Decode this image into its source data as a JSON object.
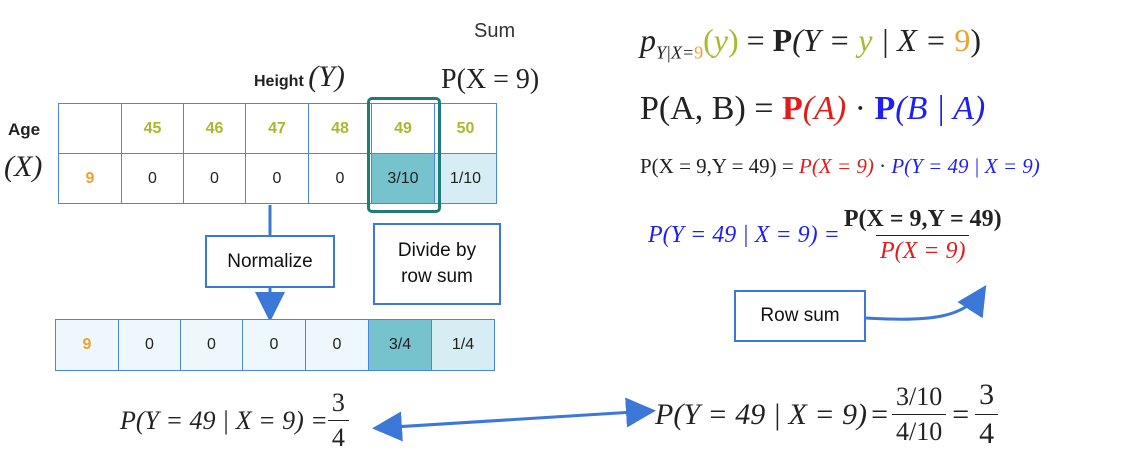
{
  "sum_label": "Sum",
  "height_label": "Height",
  "height_var": "(Y)",
  "sum_prob": "P(X = 9)",
  "age_label": "Age",
  "age_var": "(X)",
  "table": {
    "headers": [
      "",
      "45",
      "46",
      "47",
      "48",
      "49",
      "50"
    ],
    "row": [
      "9",
      "0",
      "0",
      "0",
      "0",
      "3/10",
      "1/10"
    ]
  },
  "normalized_row": [
    "9",
    "0",
    "0",
    "0",
    "0",
    "3/4",
    "1/4"
  ],
  "normalize_label": "Normalize",
  "divide_label": "Divide by row sum",
  "row_sum_label": "Row sum",
  "formulas": {
    "cond_def": {
      "p": "p",
      "sub_a": "Y|X=",
      "sub_9": "9",
      "open": "(",
      "y": "y",
      "close": ")",
      "eq": " = ",
      "P": "P",
      "rhs_a": "(Y = ",
      "rhs_y": "y",
      "rhs_b": " | X = ",
      "rhs_9": "9",
      "rhs_c": ")"
    },
    "chain": {
      "lhs": "P(A, B) = ",
      "P1": "P",
      "a1": "(A)",
      "dot": " · ",
      "P2": "P",
      "a2": "(B | A)"
    },
    "chain_inst": {
      "lhs": "P(X = 9,Y = 49) = ",
      "r1": "P(X = 9)",
      "dot": " · ",
      "r2": "P(Y = 49 | X = 9)"
    },
    "bayes": {
      "lhs": "P(Y = 49 | X = 9) = ",
      "num": "P(X = 9,Y = 49)",
      "den": "P(X = 9)"
    },
    "bottom_left": {
      "lhs": "P(Y = 49 | X = 9) = ",
      "num": "3",
      "den": "4"
    },
    "bottom_right": {
      "lhs": "P(Y = 49 | X = 9)",
      "eq1": " = ",
      "num1": "3/10",
      "den1": "4/10",
      "eq2": " = ",
      "num2": "3",
      "den2": "4"
    }
  },
  "colors": {
    "grid_border": "#4a86e8",
    "highlight_border": "#1f7a7a",
    "dark_cell": "#76c2cd",
    "light_cell": "#d6eef3",
    "header_text": "#aab830",
    "age_text": "#f0a030",
    "arrow": "#3c78d8"
  }
}
